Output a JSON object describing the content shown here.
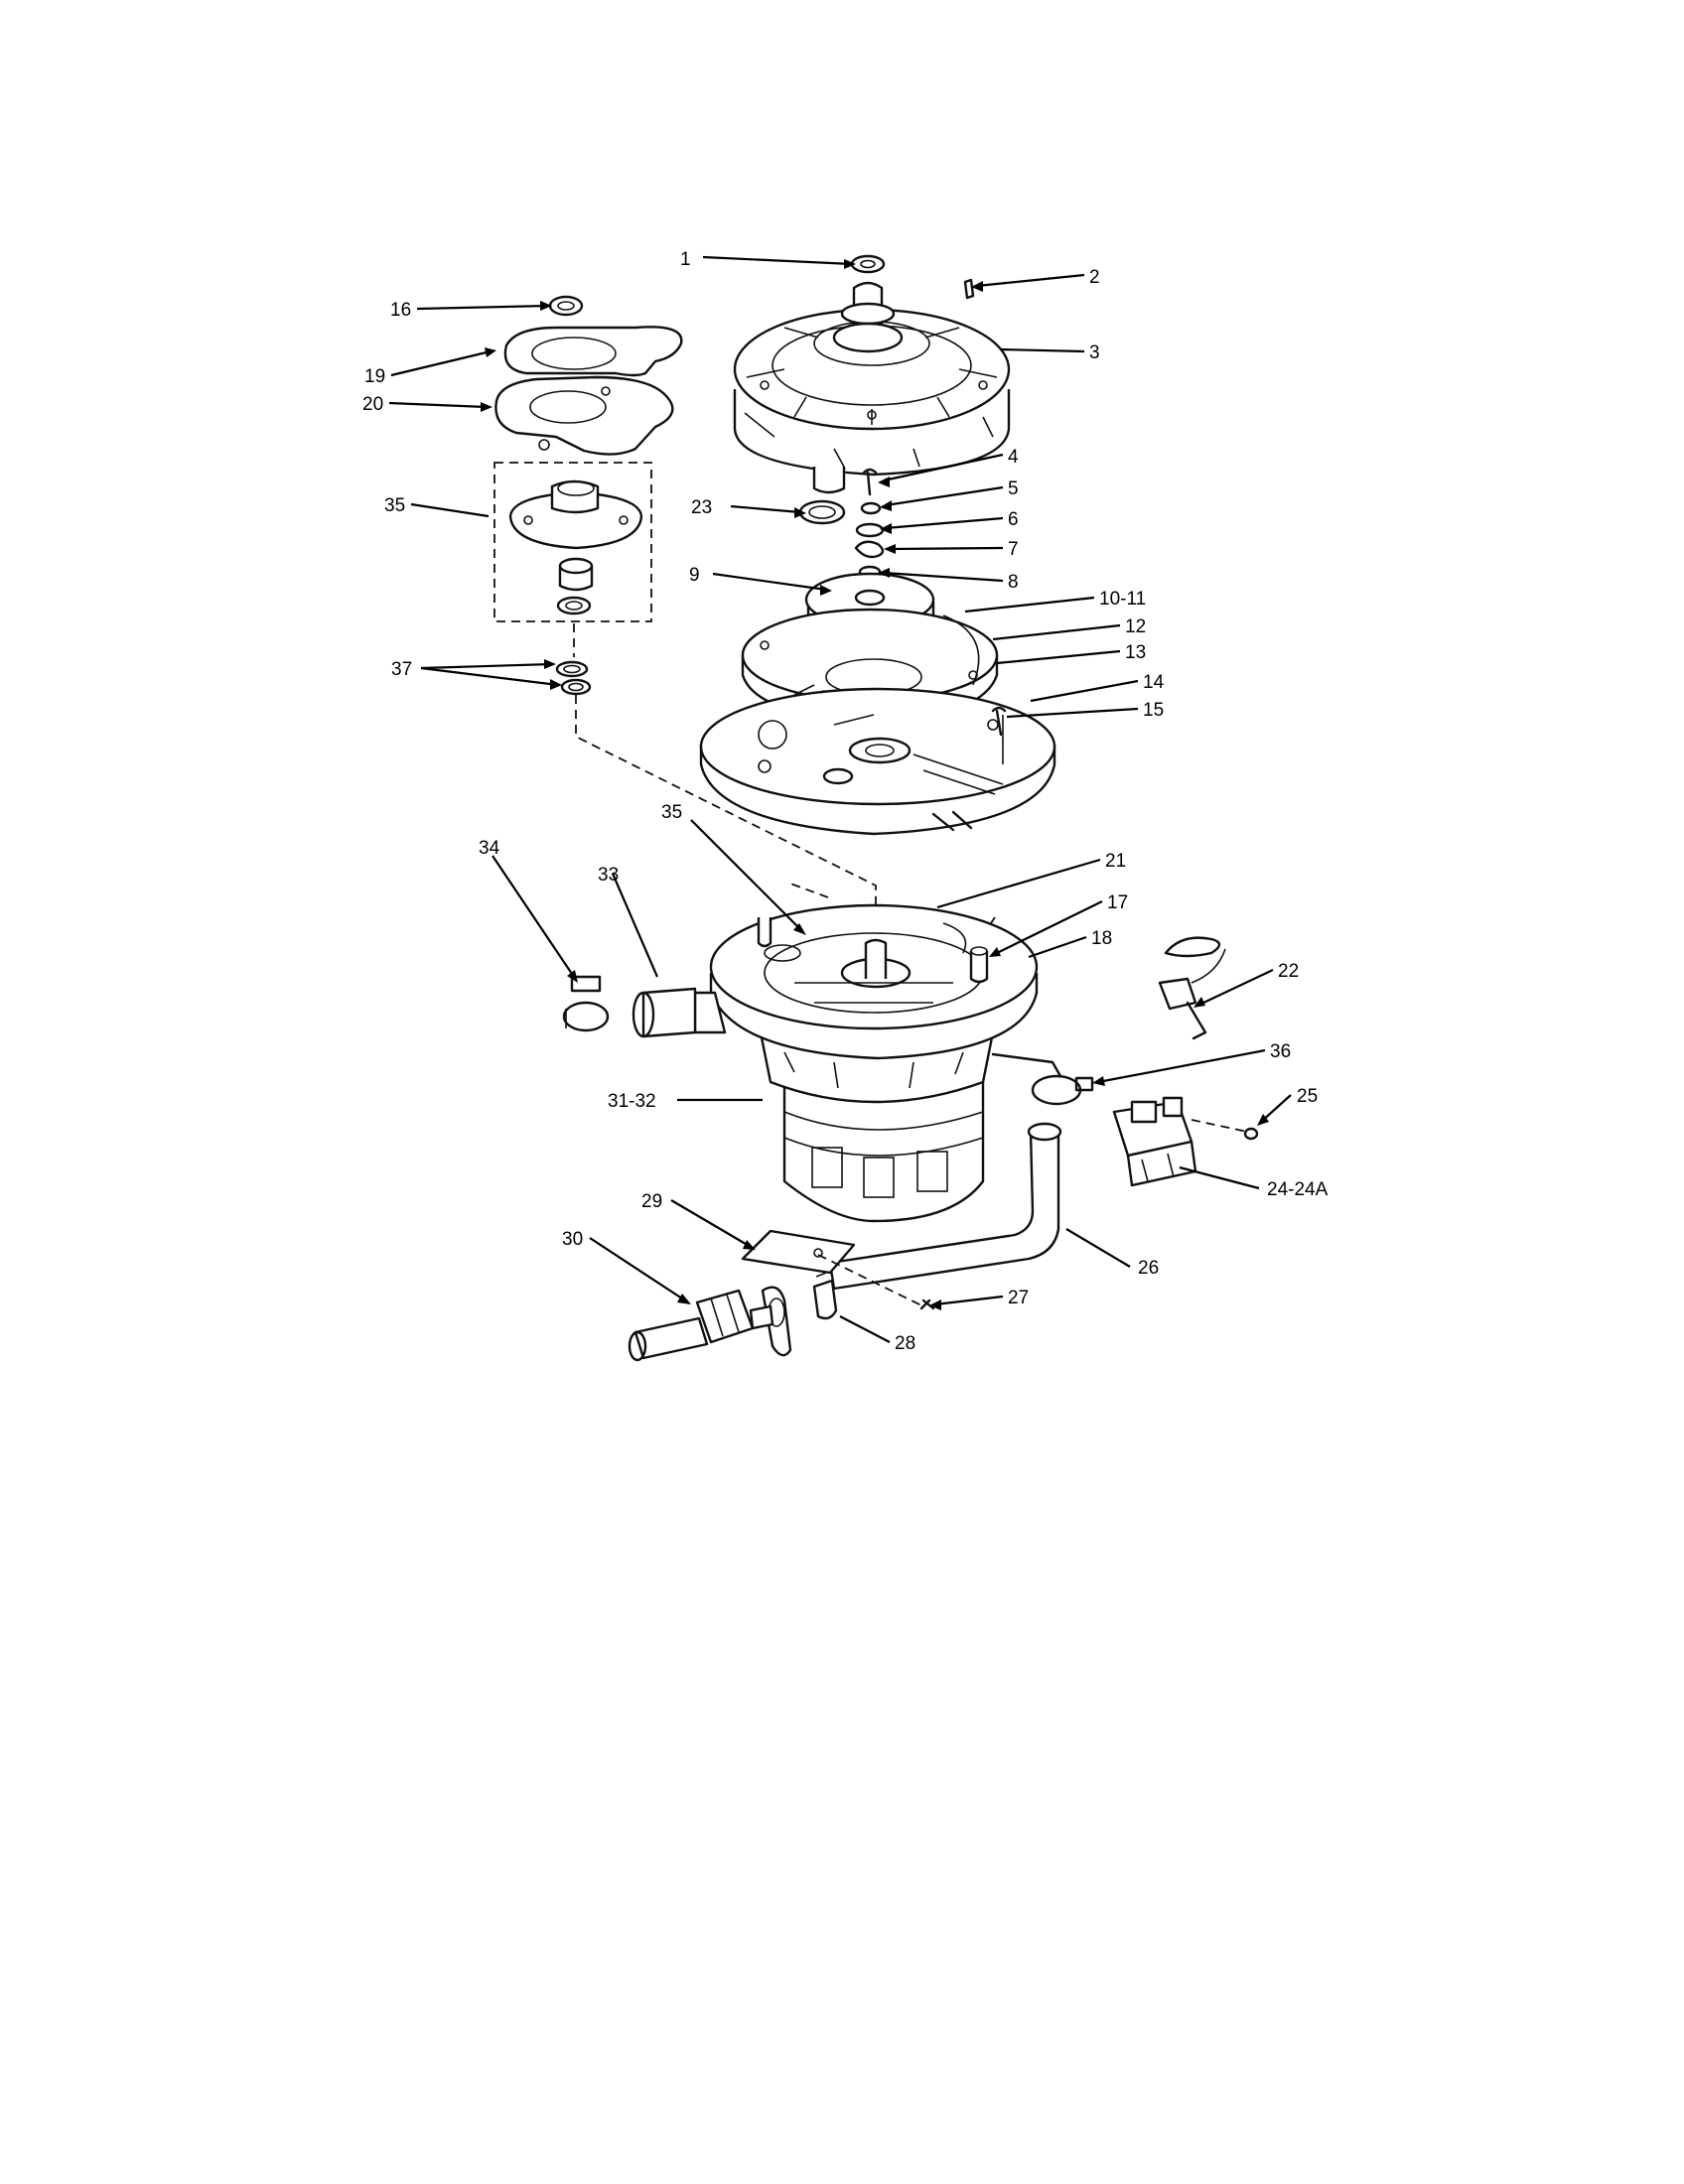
{
  "callouts": [
    {
      "id": "1",
      "text": "1"
    },
    {
      "id": "2",
      "text": "2"
    },
    {
      "id": "3",
      "text": "3"
    },
    {
      "id": "4",
      "text": "4"
    },
    {
      "id": "5",
      "text": "5"
    },
    {
      "id": "6",
      "text": "6"
    },
    {
      "id": "7",
      "text": "7"
    },
    {
      "id": "8",
      "text": "8"
    },
    {
      "id": "9",
      "text": "9"
    },
    {
      "id": "10-11",
      "text": "10-11"
    },
    {
      "id": "12",
      "text": "12"
    },
    {
      "id": "13",
      "text": "13"
    },
    {
      "id": "14",
      "text": "14"
    },
    {
      "id": "15",
      "text": "15"
    },
    {
      "id": "16",
      "text": "16"
    },
    {
      "id": "17",
      "text": "17"
    },
    {
      "id": "18",
      "text": "18"
    },
    {
      "id": "19",
      "text": "19"
    },
    {
      "id": "20",
      "text": "20"
    },
    {
      "id": "21",
      "text": "21"
    },
    {
      "id": "22",
      "text": "22"
    },
    {
      "id": "23",
      "text": "23"
    },
    {
      "id": "24-24A",
      "text": "24-24A"
    },
    {
      "id": "25",
      "text": "25"
    },
    {
      "id": "26",
      "text": "26"
    },
    {
      "id": "27",
      "text": "27"
    },
    {
      "id": "28",
      "text": "28"
    },
    {
      "id": "29",
      "text": "29"
    },
    {
      "id": "30",
      "text": "30"
    },
    {
      "id": "31-32",
      "text": "31-32"
    },
    {
      "id": "33",
      "text": "33"
    },
    {
      "id": "34",
      "text": "34"
    },
    {
      "id": "35a",
      "text": "35"
    },
    {
      "id": "35b",
      "text": "35"
    },
    {
      "id": "36",
      "text": "36"
    },
    {
      "id": "37",
      "text": "37"
    }
  ]
}
